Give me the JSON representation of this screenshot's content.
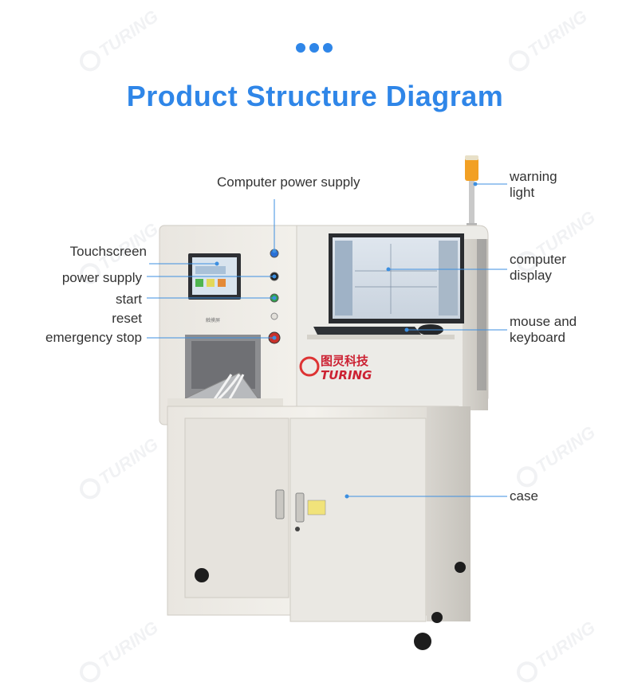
{
  "title": "Product Structure Diagram",
  "colors": {
    "accent": "#2f86e8",
    "text": "#333333",
    "leader_line": "#3d8fe0"
  },
  "brand": {
    "name_cn": "图灵科技",
    "name_en": "TURING"
  },
  "panel": {
    "cap_panel": "触摸屏"
  },
  "labels": {
    "computer_power_supply": "Computer power supply",
    "touchscreen": "Touchscreen",
    "power_supply": "power supply",
    "start": "start",
    "reset": "reset",
    "emergency_stop": "emergency stop",
    "warning_light_1": "warning",
    "warning_light_2": "light",
    "computer_display_1": "computer",
    "computer_display_2": "display",
    "mouse_keyboard_1": "mouse and",
    "mouse_keyboard_2": "keyboard",
    "case": "case"
  }
}
